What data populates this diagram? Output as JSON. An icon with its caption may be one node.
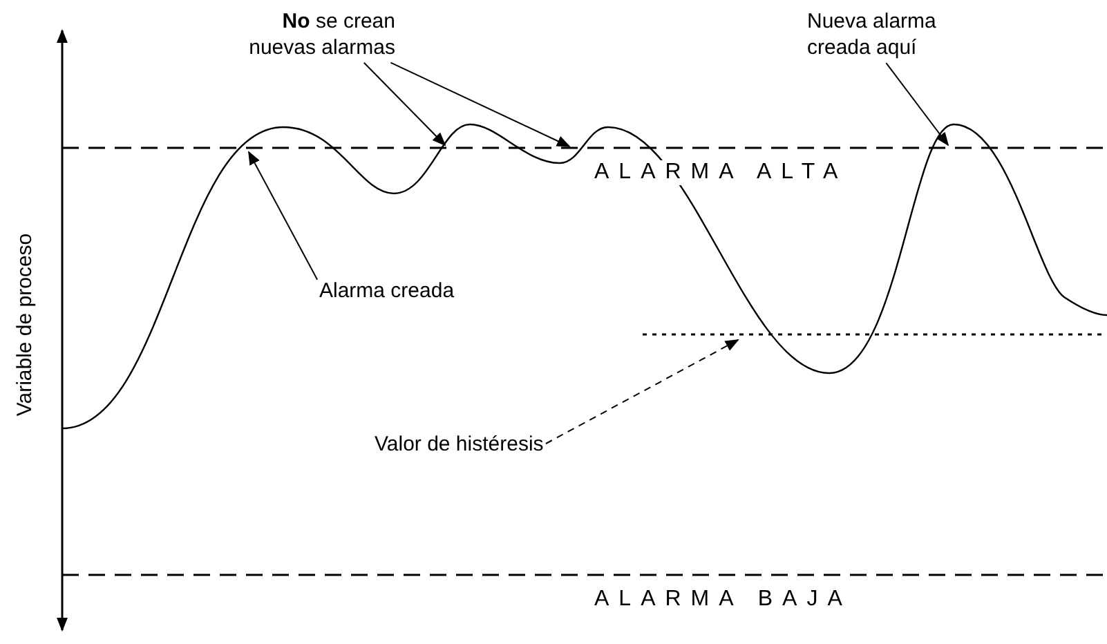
{
  "diagram": {
    "nodes": [
      {
        "text": [
          "**No** se crean nuevas alarmas"
        ]
      },
      {
        "text": [
          "Alarma creada"
        ]
      },
      {
        "text": [
          "Nueva alarma creada aquí"
        ]
      },
      {
        "text": [
          "Valor de histéresis"
        ]
      }
    ],
    "edges": [
      {
        "from": 0,
        "to": null,
        "arrow": "to"
      },
      {
        "from": 0,
        "to": null,
        "arrow": "to"
      },
      {
        "from": 1,
        "to": null,
        "arrow": "to"
      },
      {
        "from": 2,
        "to": null,
        "arrow": "to"
      },
      {
        "from": 3,
        "to": null,
        "arrow": "to",
        "style": "dashed"
      }
    ],
    "labels": [
      "Variable de proceso",
      "ALARMA ALTA",
      "ALARMA BAJA"
    ]
  }
}
